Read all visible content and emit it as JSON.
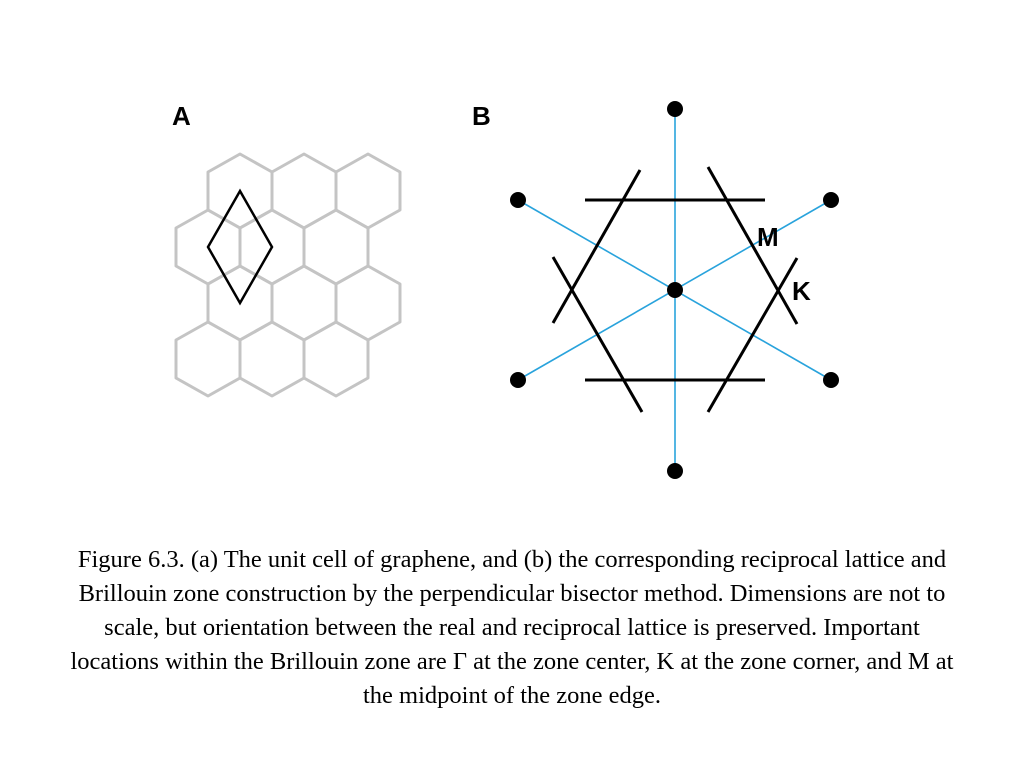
{
  "figure": {
    "panel_a_label": "A",
    "panel_b_label": "B",
    "point_m_label": "M",
    "point_k_label": "K"
  },
  "colors": {
    "hexagon_gray": "#c4c4c4",
    "cell_black": "#000000",
    "reciprocal_blue": "#29a3dc",
    "zone_black": "#000000"
  },
  "caption": {
    "text": "Figure 6.3. (a) The unit cell of graphene, and (b) the corresponding reciprocal lattice and Brillouin zone construction by the perpendicular bisector method.  Dimensions are not to scale, but orientation between the real and reciprocal lattice is preserved.  Important locations within the Brillouin zone are Γ at the zone center, K at the zone corner, and M at the midpoint of the zone edge."
  }
}
